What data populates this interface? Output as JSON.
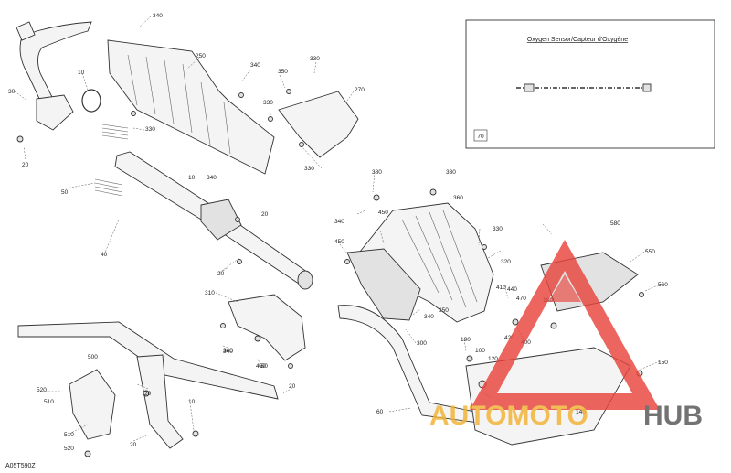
{
  "diagram": {
    "ref_code": "A05T590Z",
    "inset": {
      "label": "Oxygen Sensor/Capteur d'Oxygène",
      "callout": "70"
    },
    "watermark": {
      "word_a": "AUTOMOTO",
      "word_b": "HUB",
      "colors": {
        "triangle": "#e8453c",
        "word_a": "#f2b233",
        "word_b": "#555555"
      }
    },
    "callouts": [
      {
        "id": "c340a",
        "text": "340"
      },
      {
        "id": "c250",
        "text": "250"
      },
      {
        "id": "c30a",
        "text": "30"
      },
      {
        "id": "c10a",
        "text": "10"
      },
      {
        "id": "c20a",
        "text": "20"
      },
      {
        "id": "c330a",
        "text": "330"
      },
      {
        "id": "c50",
        "text": "50"
      },
      {
        "id": "c340b",
        "text": "340"
      },
      {
        "id": "c350a",
        "text": "350"
      },
      {
        "id": "c330b",
        "text": "330"
      },
      {
        "id": "c270",
        "text": "270"
      },
      {
        "id": "c330c",
        "text": "330"
      },
      {
        "id": "c330d",
        "text": "330"
      },
      {
        "id": "c10b",
        "text": "10"
      },
      {
        "id": "c340c",
        "text": "340"
      },
      {
        "id": "c20b",
        "text": "20"
      },
      {
        "id": "c40",
        "text": "40"
      },
      {
        "id": "c20c",
        "text": "20"
      },
      {
        "id": "c380",
        "text": "380"
      },
      {
        "id": "c330e",
        "text": "330"
      },
      {
        "id": "c360",
        "text": "360"
      },
      {
        "id": "c450a",
        "text": "450"
      },
      {
        "id": "c340d",
        "text": "340"
      },
      {
        "id": "c450b",
        "text": "450"
      },
      {
        "id": "c330f",
        "text": "330"
      },
      {
        "id": "c320",
        "text": "320"
      },
      {
        "id": "c580",
        "text": "580"
      },
      {
        "id": "c550",
        "text": "550"
      },
      {
        "id": "c560",
        "text": "560"
      },
      {
        "id": "c310",
        "text": "310"
      },
      {
        "id": "c340e",
        "text": "340"
      },
      {
        "id": "c450c",
        "text": "450"
      },
      {
        "id": "c350b",
        "text": "350"
      },
      {
        "id": "c340f",
        "text": "340"
      },
      {
        "id": "c300",
        "text": "300"
      },
      {
        "id": "c410",
        "text": "410"
      },
      {
        "id": "c440",
        "text": "440"
      },
      {
        "id": "c470",
        "text": "470"
      },
      {
        "id": "c420",
        "text": "420"
      },
      {
        "id": "c400",
        "text": "400"
      },
      {
        "id": "c190",
        "text": "190"
      },
      {
        "id": "c100",
        "text": "100"
      },
      {
        "id": "c150",
        "text": "150"
      },
      {
        "id": "c120",
        "text": "120"
      },
      {
        "id": "c180",
        "text": "180"
      },
      {
        "id": "c140",
        "text": "140"
      },
      {
        "id": "c60",
        "text": "60"
      },
      {
        "id": "c500",
        "text": "500"
      },
      {
        "id": "c520a",
        "text": "520"
      },
      {
        "id": "c510a",
        "text": "510"
      },
      {
        "id": "c20d",
        "text": "20"
      },
      {
        "id": "c10c",
        "text": "10"
      },
      {
        "id": "c510b",
        "text": "510"
      },
      {
        "id": "c520b",
        "text": "520"
      },
      {
        "id": "c20e",
        "text": "20"
      },
      {
        "id": "c340g",
        "text": "340"
      },
      {
        "id": "c450d",
        "text": "450"
      },
      {
        "id": "c20f",
        "text": "20"
      }
    ]
  }
}
